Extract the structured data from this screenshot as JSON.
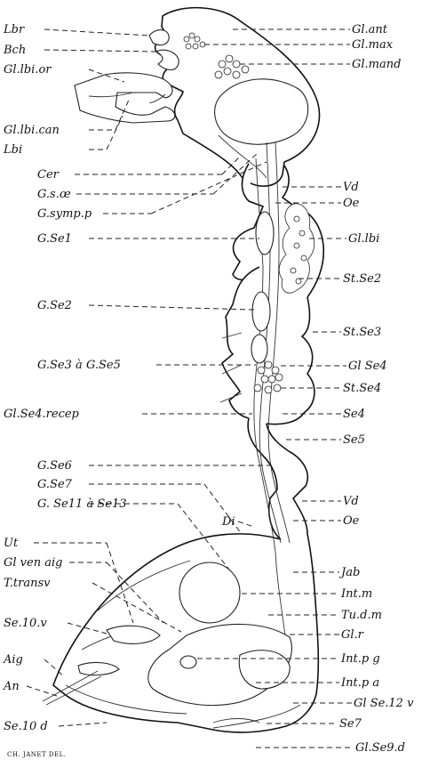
{
  "credit": "CH. JANET DEL.",
  "labels_left": {
    "lbr": "Lbr",
    "bch": "Bch",
    "gl_lbi_or": "Gl.lbi.or",
    "gl_lbi_can": "Gl.lbi.can",
    "lbi": "Lbi",
    "cer": "Cer",
    "g_s_oe": "G.s.œ",
    "g_symp_p": "G.symp.p",
    "g_se1": "G.Se1",
    "g_se2": "G.Se2",
    "g_se3_se5": "G.Se3 à G.Se5",
    "gl_se4_recep": "Gl.Se4.recep",
    "g_se6": "G.Se6",
    "g_se7": "G.Se7",
    "g_se11_se13": "G. Se11 à Se13",
    "ut": "Ut",
    "gl_ven_aig": "Gl ven aig",
    "t_transv": "T.transv",
    "se10_v": "Se.10.v",
    "aig": "Aig",
    "an": "An",
    "se10_d": "Se.10 d"
  },
  "labels_right": {
    "gl_ant": "Gl.ant",
    "gl_max": "Gl.max",
    "gl_mand": "Gl.mand",
    "vd_1": "Vd",
    "oe_1": "Oe",
    "gl_lbi": "Gl.lbi",
    "st_se2": "St.Se2",
    "st_se3": "St.Se3",
    "gl_se4": "Gl Se4",
    "st_se4": "St.Se4",
    "se4": "Se4",
    "se5": "Se5",
    "vd_2": "Vd",
    "oe_2": "Oe",
    "jab": "Jab",
    "int_m": "Int.m",
    "tu_d_m": "Tu.d.m",
    "gl_r": "Gl.r",
    "int_p_g": "Int.p g",
    "int_p_a": "Int.p a",
    "gl_se12_v": "Gl Se.12 v",
    "se7": "Se7",
    "gl_se9_d": "Gl.Se9.d"
  },
  "label_inline": {
    "di": "Di"
  }
}
